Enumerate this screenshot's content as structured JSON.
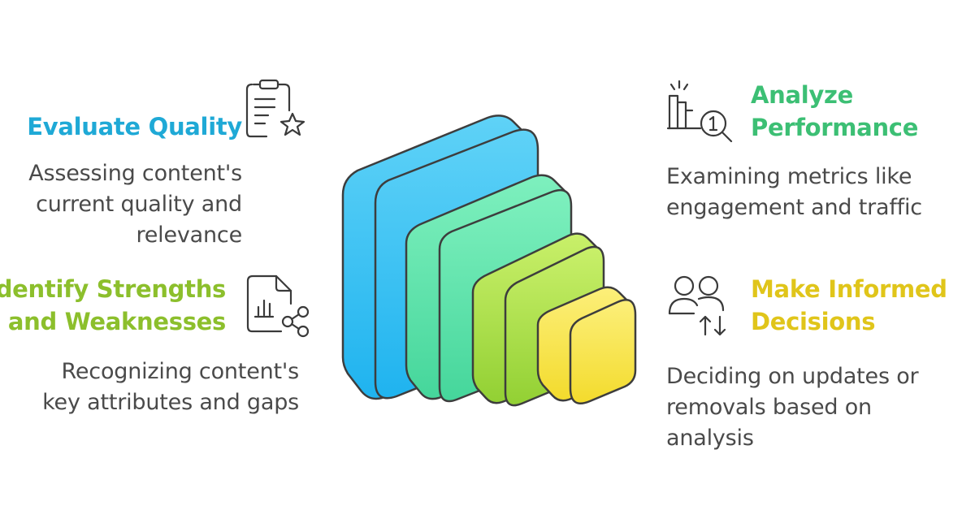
{
  "colors": {
    "blue": "#36c1f3",
    "teal_green": "#5fe0a8",
    "lime": "#a8dd4a",
    "yellow": "#f8e34a",
    "outline": "#444444",
    "title_blue": "#1fa9d6",
    "title_green": "#3cbf74",
    "title_lime": "#8cbf2c",
    "title_yellow": "#e0c51a"
  },
  "items": {
    "evaluate": {
      "title": "Evaluate Quality",
      "desc_lines": [
        "Assessing content's",
        "current quality and",
        "relevance"
      ],
      "icon": "clipboard-star-icon"
    },
    "identify": {
      "title_lines": [
        "Identify Strengths",
        "and Weaknesses"
      ],
      "desc_lines": [
        "Recognizing content's",
        "key attributes and gaps"
      ],
      "icon": "document-chart-share-icon"
    },
    "analyze": {
      "title_lines": [
        "Analyze",
        "Performance"
      ],
      "desc_lines": [
        "Examining metrics like",
        "engagement and traffic"
      ],
      "icon": "bar-chart-magnifier-icon"
    },
    "decide": {
      "title_lines": [
        "Make Informed",
        "Decisions"
      ],
      "desc_lines": [
        "Deciding on updates or",
        "removals based on",
        "analysis"
      ],
      "icon": "users-arrows-icon"
    }
  }
}
